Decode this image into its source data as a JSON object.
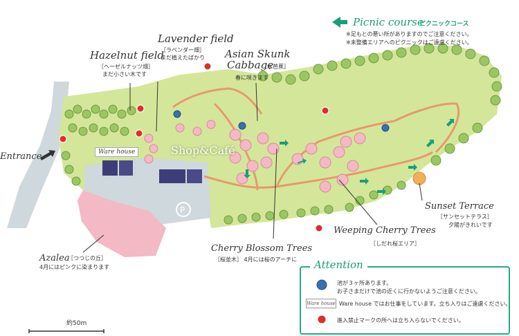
{
  "picnic": {
    "title": "Picnic course",
    "title_jp": "ピクニックコース",
    "note1": "※足もとの悪い所がありますのでご注意ください。",
    "note2": "※未整備エリアへのピクニックはご遠慮ください。"
  },
  "areas": {
    "lavender": {
      "name": "Lavender field",
      "jp": "［ラベンダー畑］",
      "desc": "まだ植えたばかり"
    },
    "hazelnut": {
      "name": "Hazelnut field",
      "jp": "［ヘーゼルナッツ畑］",
      "desc": "まだ小さい木です"
    },
    "skunk": {
      "name1": "Asian Skunk",
      "name2": "Cabbage",
      "jp": "［水芭蕉］",
      "desc": "春に咲きます"
    },
    "entrance": {
      "name": "Entrance"
    },
    "warehouse": {
      "name": "Ware house"
    },
    "shop": {
      "name": "Shop&Café"
    },
    "sunset": {
      "name": "Sunset Terrace",
      "jp": "［サンセットテラス］",
      "desc": "夕陽がきれいです"
    },
    "weeping": {
      "name": "Weeping Cherry Trees",
      "jp": "［しだれ桜エリア］"
    },
    "cherry": {
      "name": "Cherry Blossom Trees",
      "jp": "［桜並木］ 4月には桜のアーチに"
    },
    "azalea": {
      "name": "Azalea",
      "jp": "［つつじの丘］",
      "desc": "4月にはピンクに染まります"
    }
  },
  "attention": {
    "title": "Attention",
    "pond_line1": "池が３ヶ所あります。",
    "pond_line2": "お子さまだけで池の近くに行かないようご注意ください。",
    "warehouse_badge": "Ware house",
    "warehouse_text": "Ware house ではお仕事をしています。立ち入りはご遠慮ください。",
    "noentry_text": "進入禁止マークの所へは立ち入らないでください。"
  },
  "scale": {
    "label": "約50m"
  },
  "parking": {
    "symbol": "P"
  },
  "colors": {
    "green": "#d4e69a",
    "grass_dark": "#b9d77a",
    "path": "#e69a6a",
    "pink": "#f3b9c4",
    "teal": "#1a9e7a",
    "no_entry": "#d9302c",
    "pond": "#3a6fb0",
    "road": "#cfd8dc"
  }
}
